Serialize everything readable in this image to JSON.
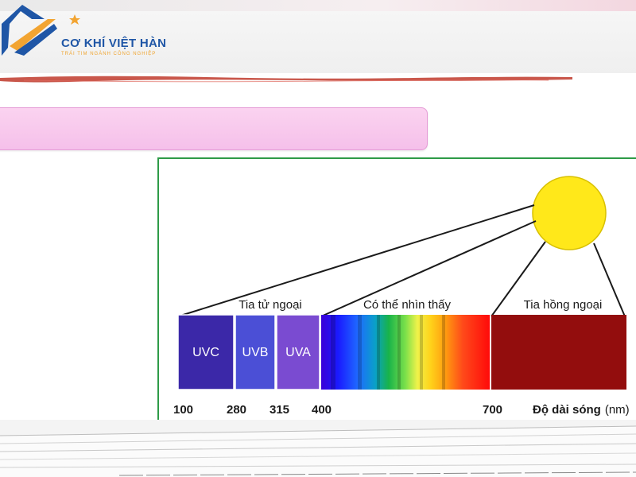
{
  "brand": {
    "name": "CƠ KHÍ VIỆT HÀN",
    "slogan": "TRÁI TIM NGÀNH CÔNG NGHIỆP"
  },
  "diagram": {
    "group_labels": {
      "uv": "Tia tử ngoại",
      "visible": "Có thể nhìn thấy",
      "infrared": "Tia hồng ngoại"
    },
    "bands": [
      {
        "label": "UVC",
        "color": "#3b28a8"
      },
      {
        "label": "UVB",
        "color": "#4b4fd6"
      },
      {
        "label": "UVA",
        "color": "#7a4bd1"
      }
    ],
    "infrared_color": "#930d0d",
    "sun_color": "#ffe81a",
    "ticks": [
      "100",
      "280",
      "315",
      "400",
      "700"
    ],
    "axis_label": "Độ dài sóng",
    "axis_unit": "(nm)"
  },
  "colors": {
    "panel_border": "#2e9b47",
    "pink_bar": "#f7c6ec",
    "brand_blue": "#1f56a6",
    "brand_orange": "#f0a530"
  }
}
